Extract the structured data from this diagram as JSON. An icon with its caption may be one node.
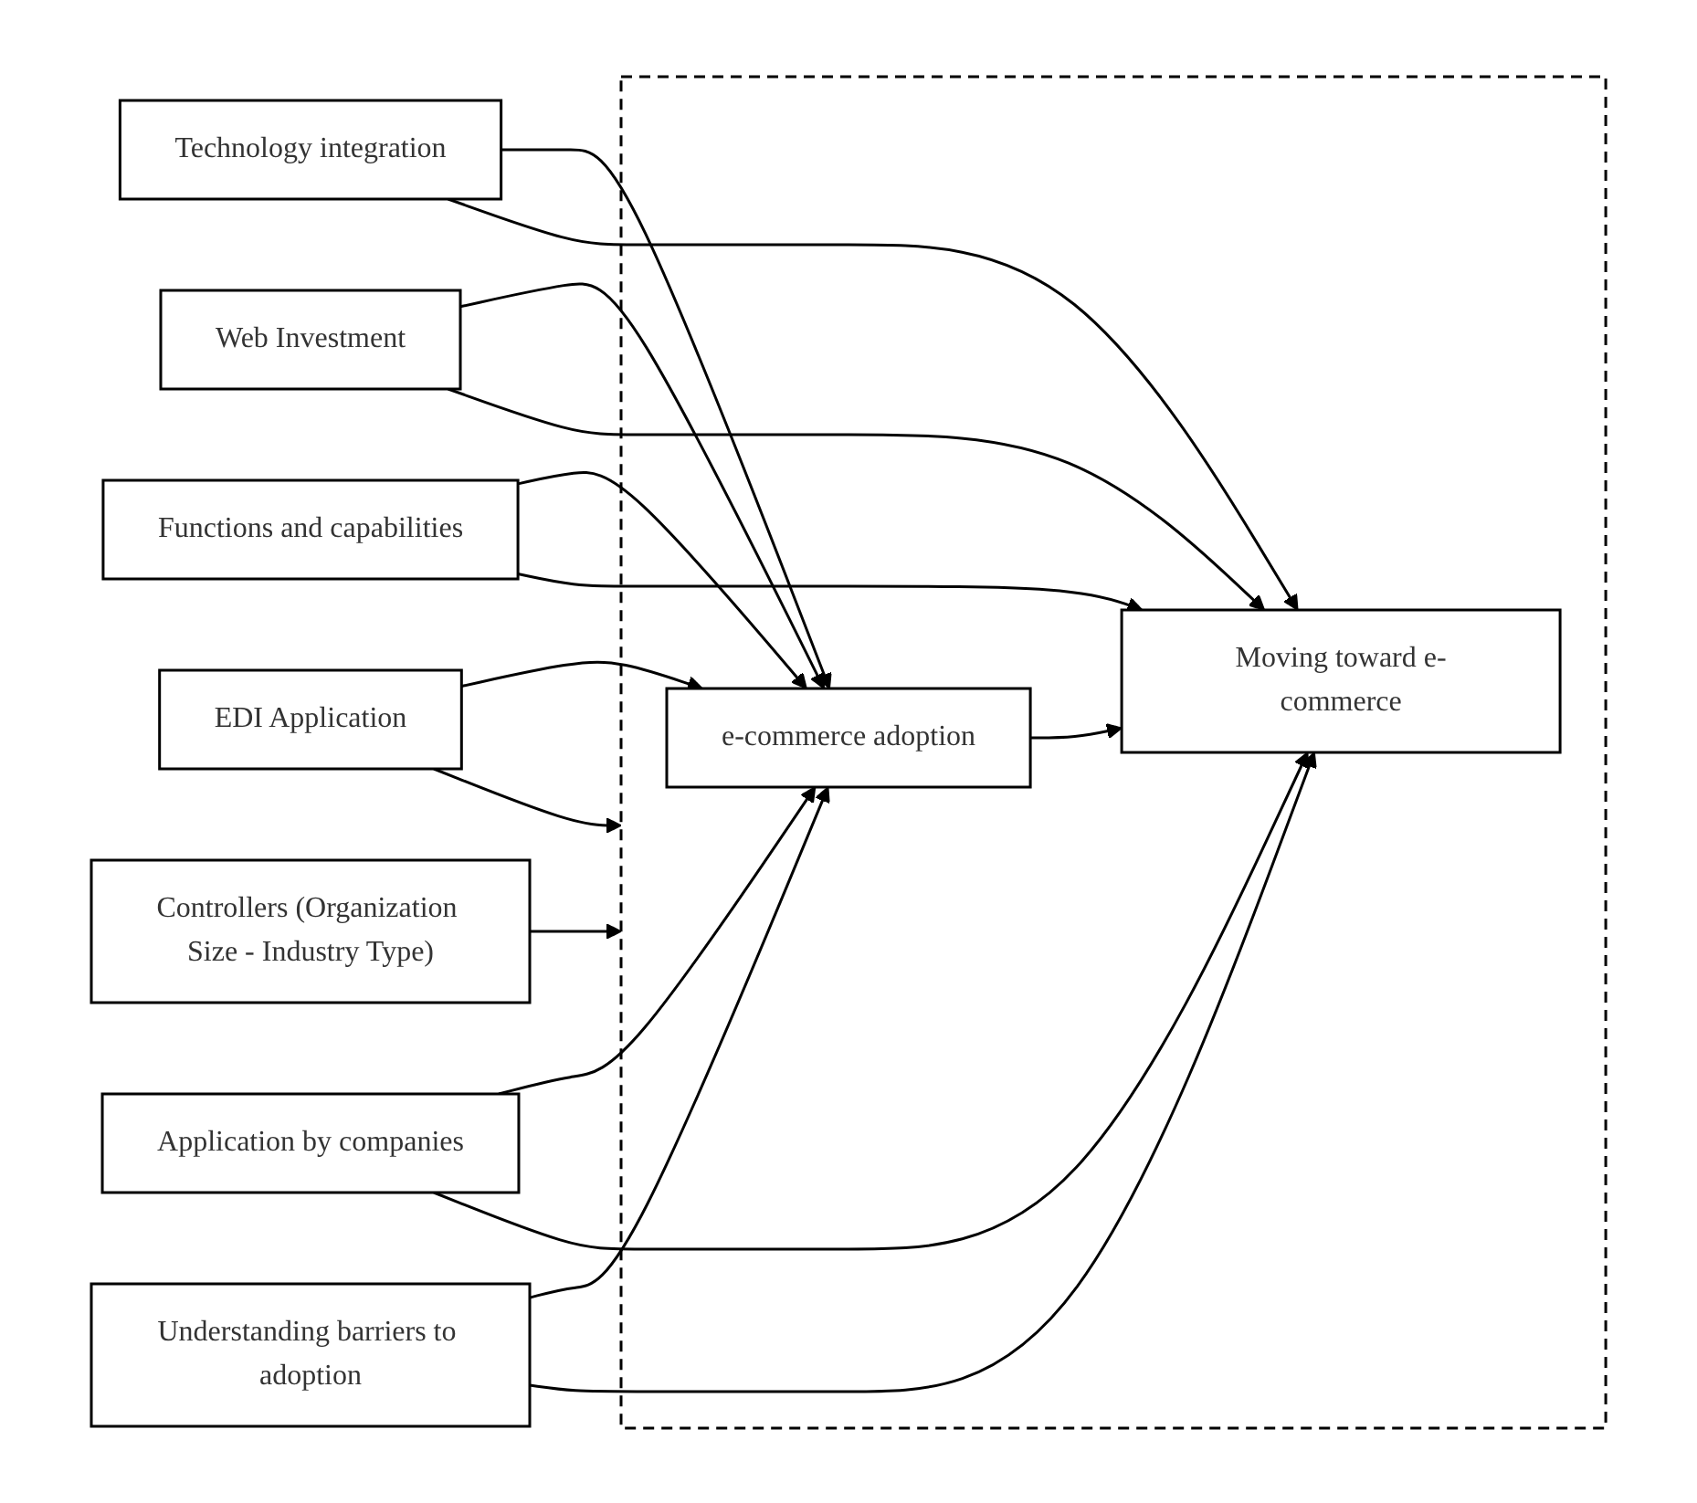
{
  "diagram": {
    "nodes": [
      {
        "text": [
          "Technology integration"
        ]
      },
      {
        "text": [
          "Web Investment"
        ]
      },
      {
        "text": [
          "Functions and capabilities"
        ]
      },
      {
        "text": [
          "Controllers (Organization Size - Industry Type)"
        ]
      },
      {
        "text": [],
        "shape": "box"
      },
      {
        "text": [
          "e-commerce adoption"
        ],
        "in": 4
      },
      {
        "text": [
          "Moving toward e-commerce"
        ],
        "in": 4
      },
      {
        "text": [
          "EDI Application"
        ]
      },
      {
        "text": [
          "Application by companies"
        ]
      },
      {
        "text": [
          "Understanding barriers to adoption"
        ]
      }
    ],
    "edges": [
      {
        "from": 0,
        "to": 5,
        "arrow": "to"
      },
      {
        "from": 0,
        "to": 6,
        "arrow": "to"
      },
      {
        "from": 1,
        "to": 5,
        "arrow": "to"
      },
      {
        "from": 1,
        "to": 6,
        "arrow": "to"
      },
      {
        "from": 2,
        "to": 5,
        "arrow": "to"
      },
      {
        "from": 2,
        "to": 6,
        "arrow": "to"
      },
      {
        "from": 3,
        "to": 4,
        "arrow": "to"
      },
      {
        "from": 5,
        "to": 6,
        "arrow": "to"
      },
      {
        "from": 7,
        "to": 5,
        "arrow": "to"
      },
      {
        "from": 7,
        "to": 4,
        "arrow": "to"
      },
      {
        "from": 8,
        "to": 5,
        "arrow": "to"
      },
      {
        "from": 8,
        "to": 6,
        "arrow": "to"
      },
      {
        "from": 9,
        "to": 5,
        "arrow": "to"
      },
      {
        "from": 9,
        "to": 6,
        "arrow": "to"
      }
    ]
  }
}
